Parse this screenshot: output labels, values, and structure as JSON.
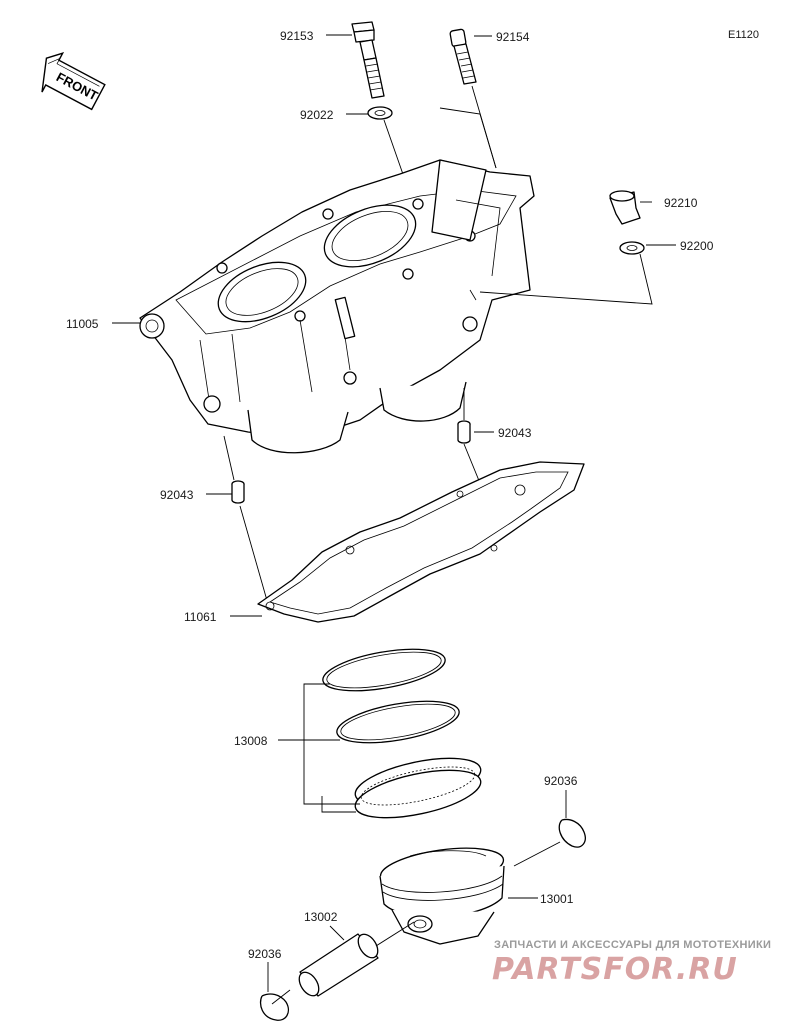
{
  "diagram_code": "E1120",
  "front_label": "FRONT",
  "parts": {
    "bolt_a": "92153",
    "bolt_b": "92154",
    "washer_top": "92022",
    "plug": "92210",
    "washer_side": "92200",
    "cylinder": "11005",
    "dowel_right": "92043",
    "dowel_left": "92043",
    "gasket": "11061",
    "ring_set": "13008",
    "circlip_top": "92036",
    "piston": "13001",
    "piston_pin": "13002",
    "circlip_bottom": "92036"
  },
  "watermark": {
    "tagline": "ЗАПЧАСТИ И АКСЕССУАРЫ ДЛЯ МОТОТЕХНИКИ",
    "brand": "PARTSFOR.RU"
  }
}
